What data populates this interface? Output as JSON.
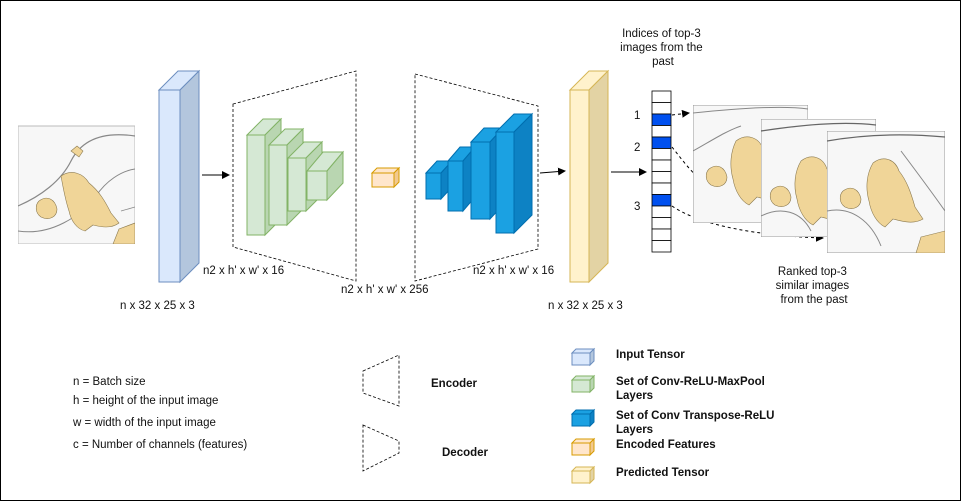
{
  "colors": {
    "input_tensor": "#dae8fc",
    "conv_layers": "#d5e8d4",
    "conv_transpose": "#1ba1e2",
    "encoded": "#ffe6cc",
    "predicted": "#fff2cc",
    "highlight": "#0050ef"
  },
  "labels": {
    "input_dims": "n x 32 x 25 x 3",
    "encoder_dims": "n2 x h' x w' x 16",
    "encoded_dims": "n2 x h' x w' x 256",
    "decoder_dims": "n2 x h' x w' x 16",
    "output_dims": "n x 32 x 25 x 3",
    "indices_title": [
      "Indices of top-3",
      "images from the",
      "past"
    ],
    "index_1": "1",
    "index_2": "2",
    "index_3": "3",
    "ranked": [
      "Ranked top-3",
      "similar images",
      "from the past"
    ]
  },
  "definitions": [
    "n = Batch size",
    "h = height of the input image",
    "w = width of the input image",
    "c = Number of channels (features)"
  ],
  "shape_legend": {
    "encoder": "Encoder",
    "decoder": "Decoder"
  },
  "legend": [
    {
      "label": [
        "Input Tensor"
      ],
      "color_key": "input_tensor"
    },
    {
      "label": [
        "Set of Conv-ReLU-MaxPool",
        "Layers"
      ],
      "color_key": "conv_layers"
    },
    {
      "label": [
        "Set of Conv Transpose-ReLU",
        "Layers"
      ],
      "color_key": "conv_transpose"
    },
    {
      "label": [
        "Encoded Features"
      ],
      "color_key": "encoded"
    },
    {
      "label": [
        "Predicted Tensor"
      ],
      "color_key": "predicted"
    }
  ]
}
